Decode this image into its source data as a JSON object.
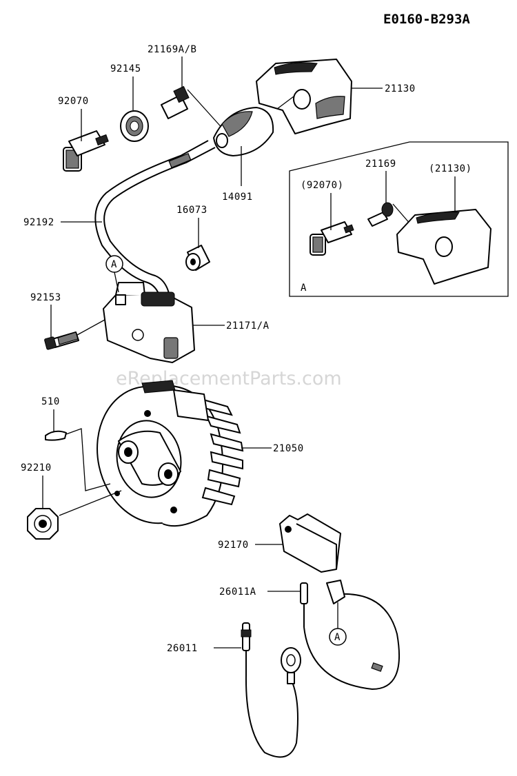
{
  "diagram_code": "E0160-B293A",
  "watermark": "eReplacementParts.com",
  "callouts": {
    "p21169ab": "21169A/B",
    "p92145": "92145",
    "p92070": "92070",
    "p21130": "21130",
    "p14091": "14091",
    "p92192": "92192",
    "p16073": "16073",
    "p92153": "92153",
    "p21171a": "21171/A",
    "p510": "510",
    "p21050": "21050",
    "p92210": "92210",
    "p92170": "92170",
    "p26011a": "26011A",
    "p26011": "26011"
  },
  "inset": {
    "p21169": "21169",
    "p21130_ref": "(21130)",
    "p92070_ref": "(92070)",
    "label": "A"
  },
  "markers": {
    "a_coil": "A",
    "a_wire": "A"
  }
}
